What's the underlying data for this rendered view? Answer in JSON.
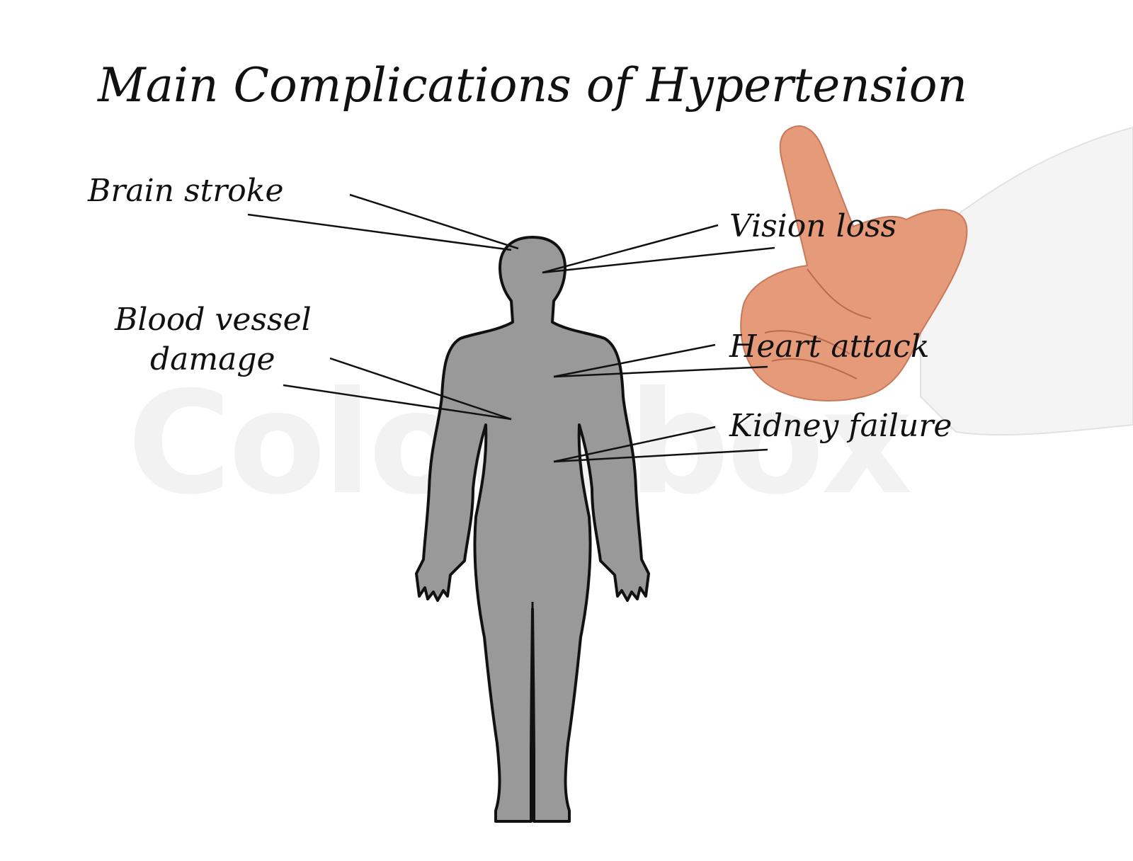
{
  "title": "Main Complications of  Hypertension",
  "watermark": "Colourbox",
  "labels": {
    "brain_stroke": "Brain stroke",
    "blood_vessel_line1": "Blood vessel",
    "blood_vessel_line2": "damage",
    "vision_loss": "Vision loss",
    "heart_attack": "Heart attack",
    "kidney_failure": "Kidney failure"
  },
  "colors": {
    "body_fill": "#999999",
    "body_outline": "#111111",
    "skin": "#e59a7a",
    "sleeve": "#f4f4f4"
  }
}
